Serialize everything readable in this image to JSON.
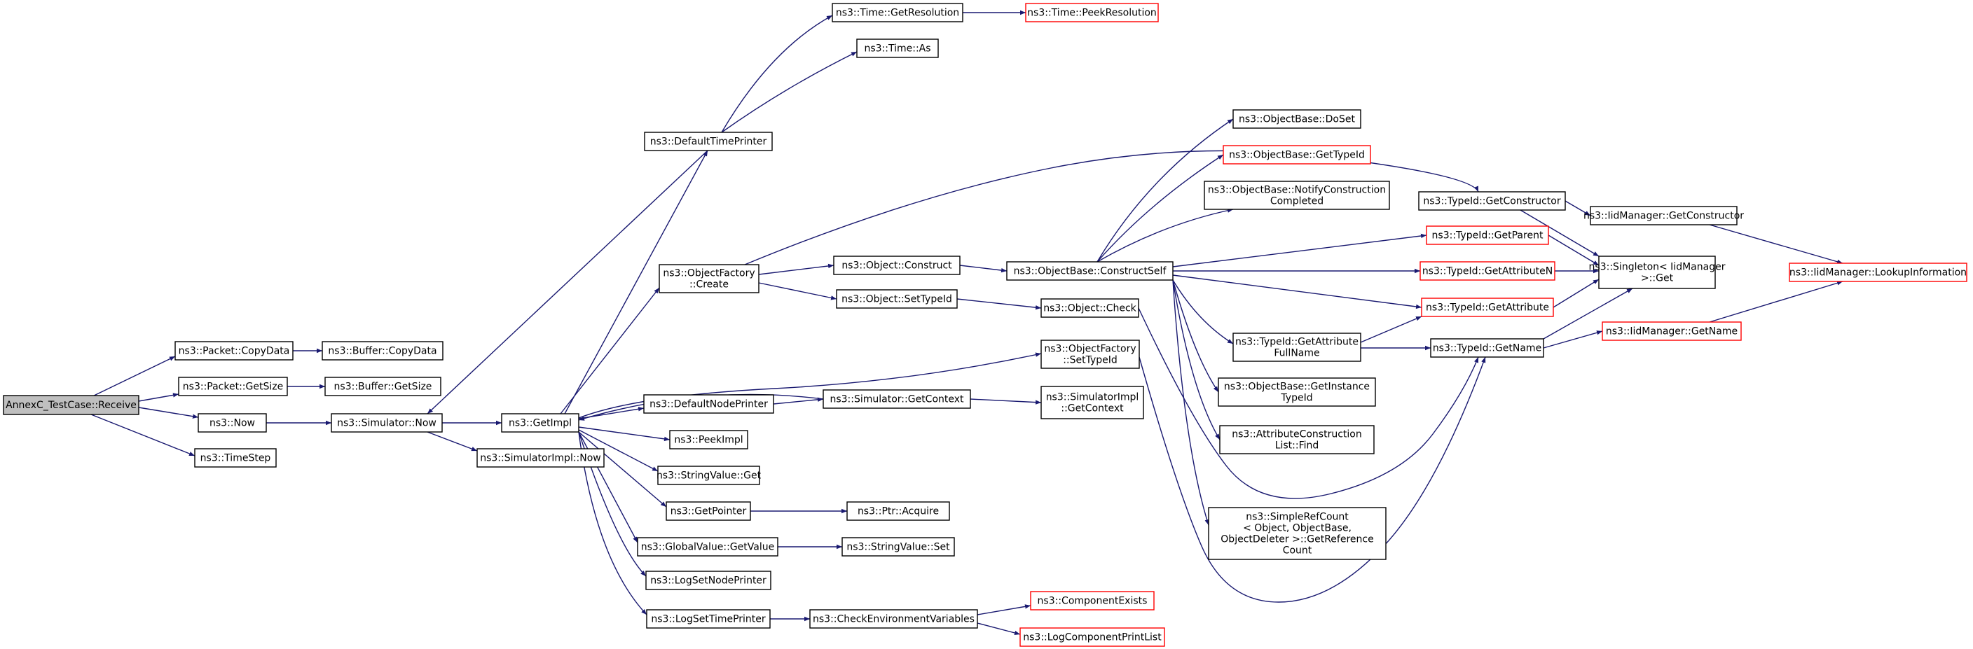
{
  "graph": {
    "nodes": [
      {
        "id": "n0",
        "lines": [
          "AnnexC_TestCase::Receive"
        ],
        "style": "root"
      },
      {
        "id": "n1",
        "lines": [
          "ns3::Packet::CopyData"
        ],
        "style": "normal"
      },
      {
        "id": "n2",
        "lines": [
          "ns3::Buffer::CopyData"
        ],
        "style": "normal"
      },
      {
        "id": "n3",
        "lines": [
          "ns3::Packet::GetSize"
        ],
        "style": "normal"
      },
      {
        "id": "n4",
        "lines": [
          "ns3::Buffer::GetSize"
        ],
        "style": "normal"
      },
      {
        "id": "n5",
        "lines": [
          "ns3::Now"
        ],
        "style": "normal"
      },
      {
        "id": "n6",
        "lines": [
          "ns3::Simulator::Now"
        ],
        "style": "normal"
      },
      {
        "id": "n7",
        "lines": [
          "ns3::TimeStep"
        ],
        "style": "normal"
      },
      {
        "id": "n8",
        "lines": [
          "ns3::GetImpl"
        ],
        "style": "normal"
      },
      {
        "id": "n9",
        "lines": [
          "ns3::SimulatorImpl::Now"
        ],
        "style": "normal"
      },
      {
        "id": "n10",
        "lines": [
          "ns3::DefaultTimePrinter"
        ],
        "style": "normal"
      },
      {
        "id": "n11",
        "lines": [
          "ns3::Time::GetResolution"
        ],
        "style": "normal"
      },
      {
        "id": "n12",
        "lines": [
          "ns3::Time::PeekResolution"
        ],
        "style": "red"
      },
      {
        "id": "n13",
        "lines": [
          "ns3::Time::As"
        ],
        "style": "normal"
      },
      {
        "id": "n14",
        "lines": [
          "ns3::ObjectFactory",
          "::Create"
        ],
        "style": "normal"
      },
      {
        "id": "n15",
        "lines": [
          "ns3::Object::Construct"
        ],
        "style": "normal"
      },
      {
        "id": "n16",
        "lines": [
          "ns3::Object::SetTypeId"
        ],
        "style": "normal"
      },
      {
        "id": "n17",
        "lines": [
          "ns3::ObjectBase::ConstructSelf"
        ],
        "style": "normal"
      },
      {
        "id": "n18",
        "lines": [
          "ns3::Object::Check"
        ],
        "style": "normal"
      },
      {
        "id": "n19",
        "lines": [
          "ns3::ObjectFactory",
          "::SetTypeId"
        ],
        "style": "normal"
      },
      {
        "id": "n20",
        "lines": [
          "ns3::DefaultNodePrinter"
        ],
        "style": "normal"
      },
      {
        "id": "n21",
        "lines": [
          "ns3::Simulator::GetContext"
        ],
        "style": "normal"
      },
      {
        "id": "n22",
        "lines": [
          "ns3::SimulatorImpl",
          "::GetContext"
        ],
        "style": "normal"
      },
      {
        "id": "n23",
        "lines": [
          "ns3::PeekImpl"
        ],
        "style": "normal"
      },
      {
        "id": "n24",
        "lines": [
          "ns3::StringValue::Get"
        ],
        "style": "normal"
      },
      {
        "id": "n25",
        "lines": [
          "ns3::GetPointer"
        ],
        "style": "normal"
      },
      {
        "id": "n26",
        "lines": [
          "ns3::Ptr::Acquire"
        ],
        "style": "normal"
      },
      {
        "id": "n27",
        "lines": [
          "ns3::GlobalValue::GetValue"
        ],
        "style": "normal"
      },
      {
        "id": "n28",
        "lines": [
          "ns3::StringValue::Set"
        ],
        "style": "normal"
      },
      {
        "id": "n29",
        "lines": [
          "ns3::LogSetNodePrinter"
        ],
        "style": "normal"
      },
      {
        "id": "n30",
        "lines": [
          "ns3::LogSetTimePrinter"
        ],
        "style": "normal"
      },
      {
        "id": "n31",
        "lines": [
          "ns3::CheckEnvironmentVariables"
        ],
        "style": "normal"
      },
      {
        "id": "n32",
        "lines": [
          "ns3::ComponentExists"
        ],
        "style": "red"
      },
      {
        "id": "n33",
        "lines": [
          "ns3::LogComponentPrintList"
        ],
        "style": "red"
      },
      {
        "id": "n34",
        "lines": [
          "ns3::ObjectBase::DoSet"
        ],
        "style": "normal"
      },
      {
        "id": "n35",
        "lines": [
          "ns3::ObjectBase::GetTypeId"
        ],
        "style": "red"
      },
      {
        "id": "n36",
        "lines": [
          "ns3::ObjectBase::NotifyConstruction",
          "Completed"
        ],
        "style": "normal"
      },
      {
        "id": "n37",
        "lines": [
          "ns3::TypeId::GetAttribute",
          "FullName"
        ],
        "style": "normal"
      },
      {
        "id": "n38",
        "lines": [
          "ns3::ObjectBase::GetInstance",
          "TypeId"
        ],
        "style": "normal"
      },
      {
        "id": "n39",
        "lines": [
          "ns3::AttributeConstruction",
          "List::Find"
        ],
        "style": "normal"
      },
      {
        "id": "n40",
        "lines": [
          "ns3::SimpleRefCount",
          "< Object, ObjectBase,",
          "ObjectDeleter >::GetReference",
          "Count"
        ],
        "style": "normal"
      },
      {
        "id": "n41",
        "lines": [
          "ns3::TypeId::GetConstructor"
        ],
        "style": "normal"
      },
      {
        "id": "n42",
        "lines": [
          "ns3::IidManager::GetConstructor"
        ],
        "style": "normal"
      },
      {
        "id": "n43",
        "lines": [
          "ns3::TypeId::GetParent"
        ],
        "style": "red"
      },
      {
        "id": "n44",
        "lines": [
          "ns3::TypeId::GetAttributeN"
        ],
        "style": "red"
      },
      {
        "id": "n45",
        "lines": [
          "ns3::TypeId::GetAttribute"
        ],
        "style": "red"
      },
      {
        "id": "n46",
        "lines": [
          "ns3::TypeId::GetName"
        ],
        "style": "normal"
      },
      {
        "id": "n47",
        "lines": [
          "ns3::Singleton< IidManager",
          "  >::Get"
        ],
        "style": "normal"
      },
      {
        "id": "n48",
        "lines": [
          "ns3::IidManager::GetName"
        ],
        "style": "red"
      },
      {
        "id": "n49",
        "lines": [
          "ns3::IidManager::LookupInformation"
        ],
        "style": "red"
      }
    ],
    "colors": {
      "edge": "#191970",
      "root_fill": "#bfbfbf",
      "border": "#000000",
      "highlight_border": "#ff0000"
    }
  }
}
